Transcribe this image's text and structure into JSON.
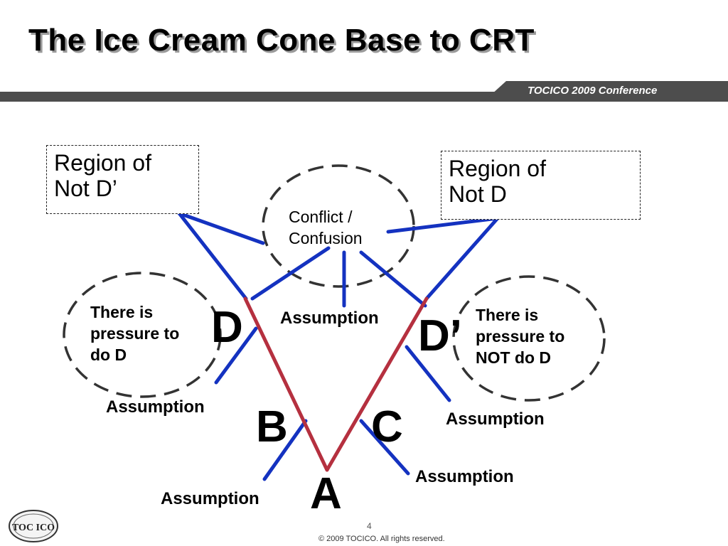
{
  "slide": {
    "title": "The Ice Cream Cone Base to CRT",
    "conference": "TOCICO 2009 Conference",
    "page_number": "4",
    "copyright": "© 2009 TOCICO. All rights reserved.",
    "logo_text": "TOC ICO"
  },
  "regions": {
    "left": {
      "line1": "Region of",
      "line2": "Not D’"
    },
    "right": {
      "line1": "Region of",
      "line2": "Not D"
    }
  },
  "conflict": {
    "line1": "Conflict /",
    "line2": "Confusion"
  },
  "pressure": {
    "left": {
      "line1": "There is",
      "line2": "pressure to",
      "line3": "do D"
    },
    "right": {
      "line1": "There is",
      "line2": "pressure to",
      "line3": "NOT do D"
    }
  },
  "nodes": {
    "a": "A",
    "b": "B",
    "c": "C",
    "d": "D",
    "d_prime": "D’"
  },
  "assumptions": {
    "top": "Assumption",
    "d": "Assumption",
    "d_prime": "Assumption",
    "b": "Assumption",
    "c": "Assumption"
  },
  "colors": {
    "cone_red": "#b5303f",
    "assumption_blue": "#1432c0",
    "header_band": "#4d4d4d",
    "dashed_outline": "#333333"
  }
}
